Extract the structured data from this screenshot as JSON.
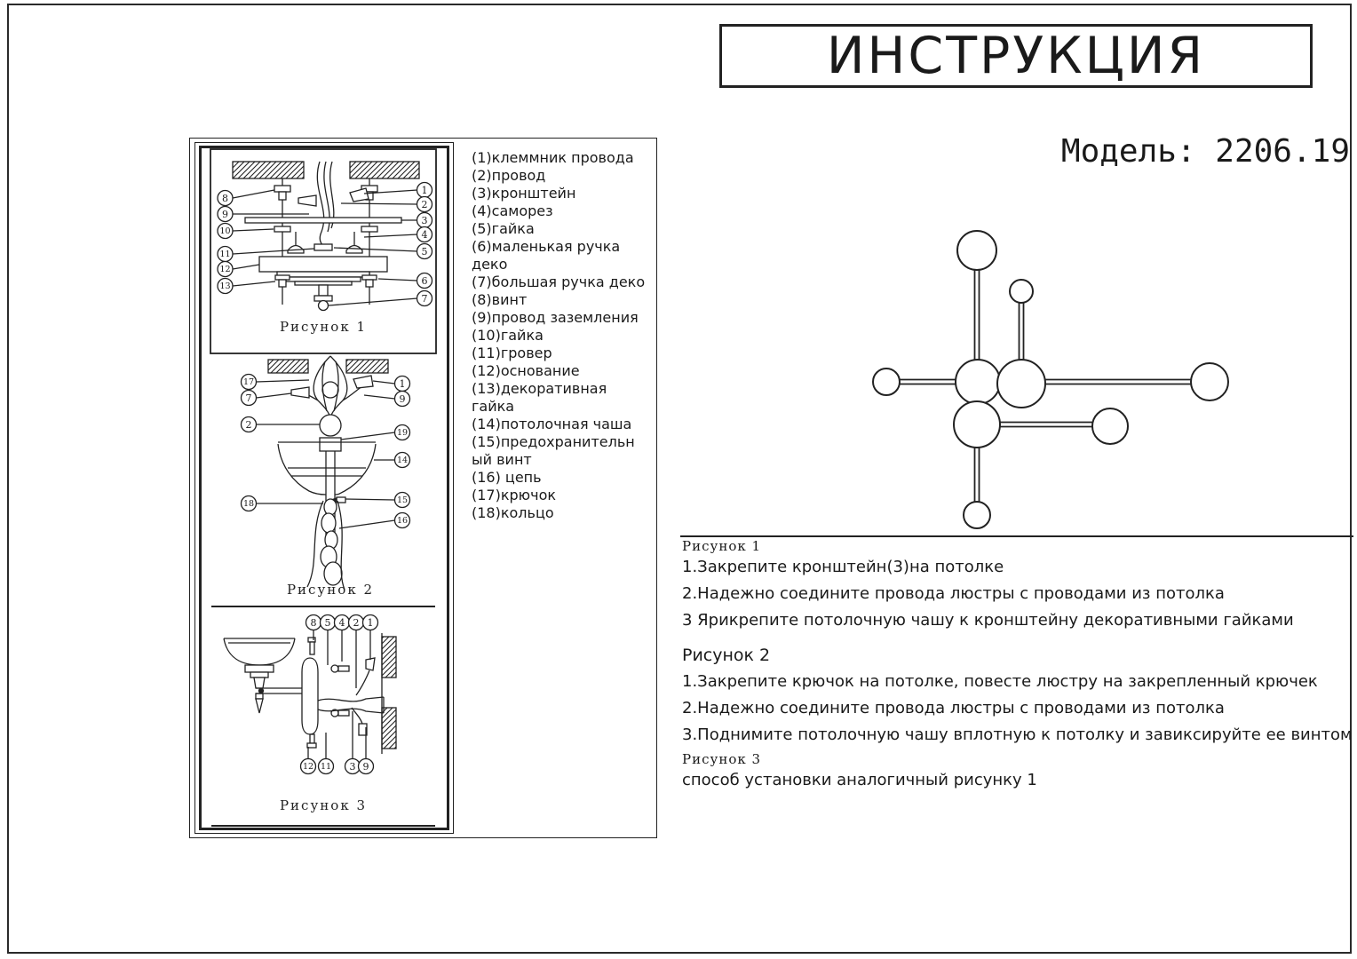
{
  "page": {
    "title": "ИНСТРУКЦИЯ",
    "model": "Модель: 2206.19"
  },
  "parts": {
    "items": [
      "(1)клеммник провода",
      "(2)провод",
      "(3)кронштейн",
      "(4)саморез",
      "(5)гайка",
      "(6)маленькая ручка деко",
      "(7)большая ручка деко",
      "(8)винт",
      "(9)провод заземления",
      "(10)гайка",
      "(11)гровер",
      "(12)основание",
      "(13)декоративная гайка",
      "(14)потолочная чаша",
      "(15)предохранительный винт",
      "(16) цепь",
      "(17)крючок",
      "(18)кольцо"
    ]
  },
  "figures": {
    "fig1": {
      "label": "Рисунок 1",
      "left": [
        "8",
        "9",
        "10",
        "11",
        "12",
        "13"
      ],
      "right": [
        "1",
        "2",
        "3",
        "4",
        "5",
        "6",
        "7"
      ]
    },
    "fig2": {
      "label": "Рисунок 2",
      "left": [
        "17",
        "7",
        "2",
        "18"
      ],
      "right": [
        "1",
        "9",
        "19",
        "14",
        "15",
        "16"
      ]
    },
    "fig3": {
      "label": "Рисунок 3",
      "top": [
        "8",
        "5",
        "4",
        "2",
        "1"
      ],
      "bottom": [
        "12",
        "11",
        "3",
        "9"
      ]
    }
  },
  "instructions": {
    "section1": {
      "heading": "Рисунок 1",
      "steps": [
        "1.Закрепите кронштейн(3)на потолке",
        "2.Надежно соедините провода люстры с проводами из потолка",
        "3 Ярикрепите потолочную чашу к кронштейну декоративными гайками"
      ]
    },
    "section2": {
      "heading": "Рисунок 2",
      "steps": [
        "1.Закрепите крючок на потолке, повесте люстру на закрепленный крючек",
        "2.Надежно соедините провода люстры с проводами из потолка",
        "3.Поднимите потолочную чашу вплотную к потолку и завиксируйте ее винтом"
      ]
    },
    "section3": {
      "heading": "Рисунок 3",
      "steps": [
        "способ установки аналогичный рисунку 1"
      ]
    }
  }
}
